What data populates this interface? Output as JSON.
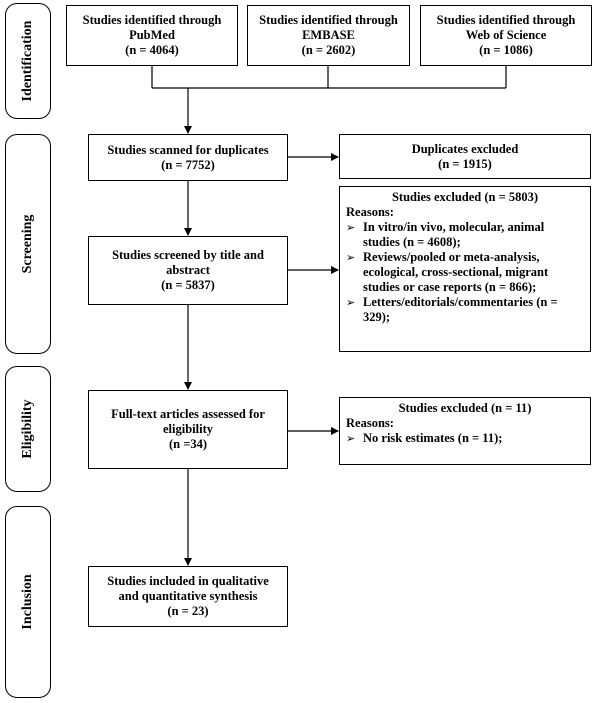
{
  "phases": {
    "identification": "Identification",
    "screening": "Screening",
    "eligibility": "Eligibility",
    "inclusion": "Inclusion"
  },
  "identified": [
    {
      "line1": "Studies identified through",
      "line2": "PubMed",
      "count": "(n = 4064)"
    },
    {
      "line1": "Studies identified through",
      "line2": "EMBASE",
      "count": "(n = 2602)"
    },
    {
      "line1": "Studies identified through",
      "line2": "Web of Science",
      "count": "(n = 1086)"
    }
  ],
  "scanned": {
    "line1": "Studies scanned for duplicates",
    "count": "(n = 7752)"
  },
  "duplicates": {
    "line1": "Duplicates excluded",
    "count": "(n = 1915)"
  },
  "screened": {
    "line1": "Studies screened by title and",
    "line2": "abstract",
    "count": "(n = 5837)"
  },
  "excluded_screening": {
    "title": "Studies excluded (n = 5803)",
    "reasons_label": "Reasons:",
    "items": [
      "In vitro/in vivo, molecular, animal studies (n = 4608);",
      "Reviews/pooled or meta-analysis, ecological, cross-sectional, migrant studies or case reports (n = 866);",
      "Letters/editorials/commentaries (n = 329);"
    ]
  },
  "fulltext": {
    "line1": "Full-text articles assessed for",
    "line2": "eligibility",
    "count": "(n =34)"
  },
  "excluded_eligibility": {
    "title": "Studies excluded (n = 11)",
    "reasons_label": "Reasons:",
    "items": [
      "No risk estimates (n = 11);"
    ]
  },
  "included": {
    "line1": "Studies included in qualitative",
    "line2": "and quantitative synthesis",
    "count": "(n = 23)"
  }
}
